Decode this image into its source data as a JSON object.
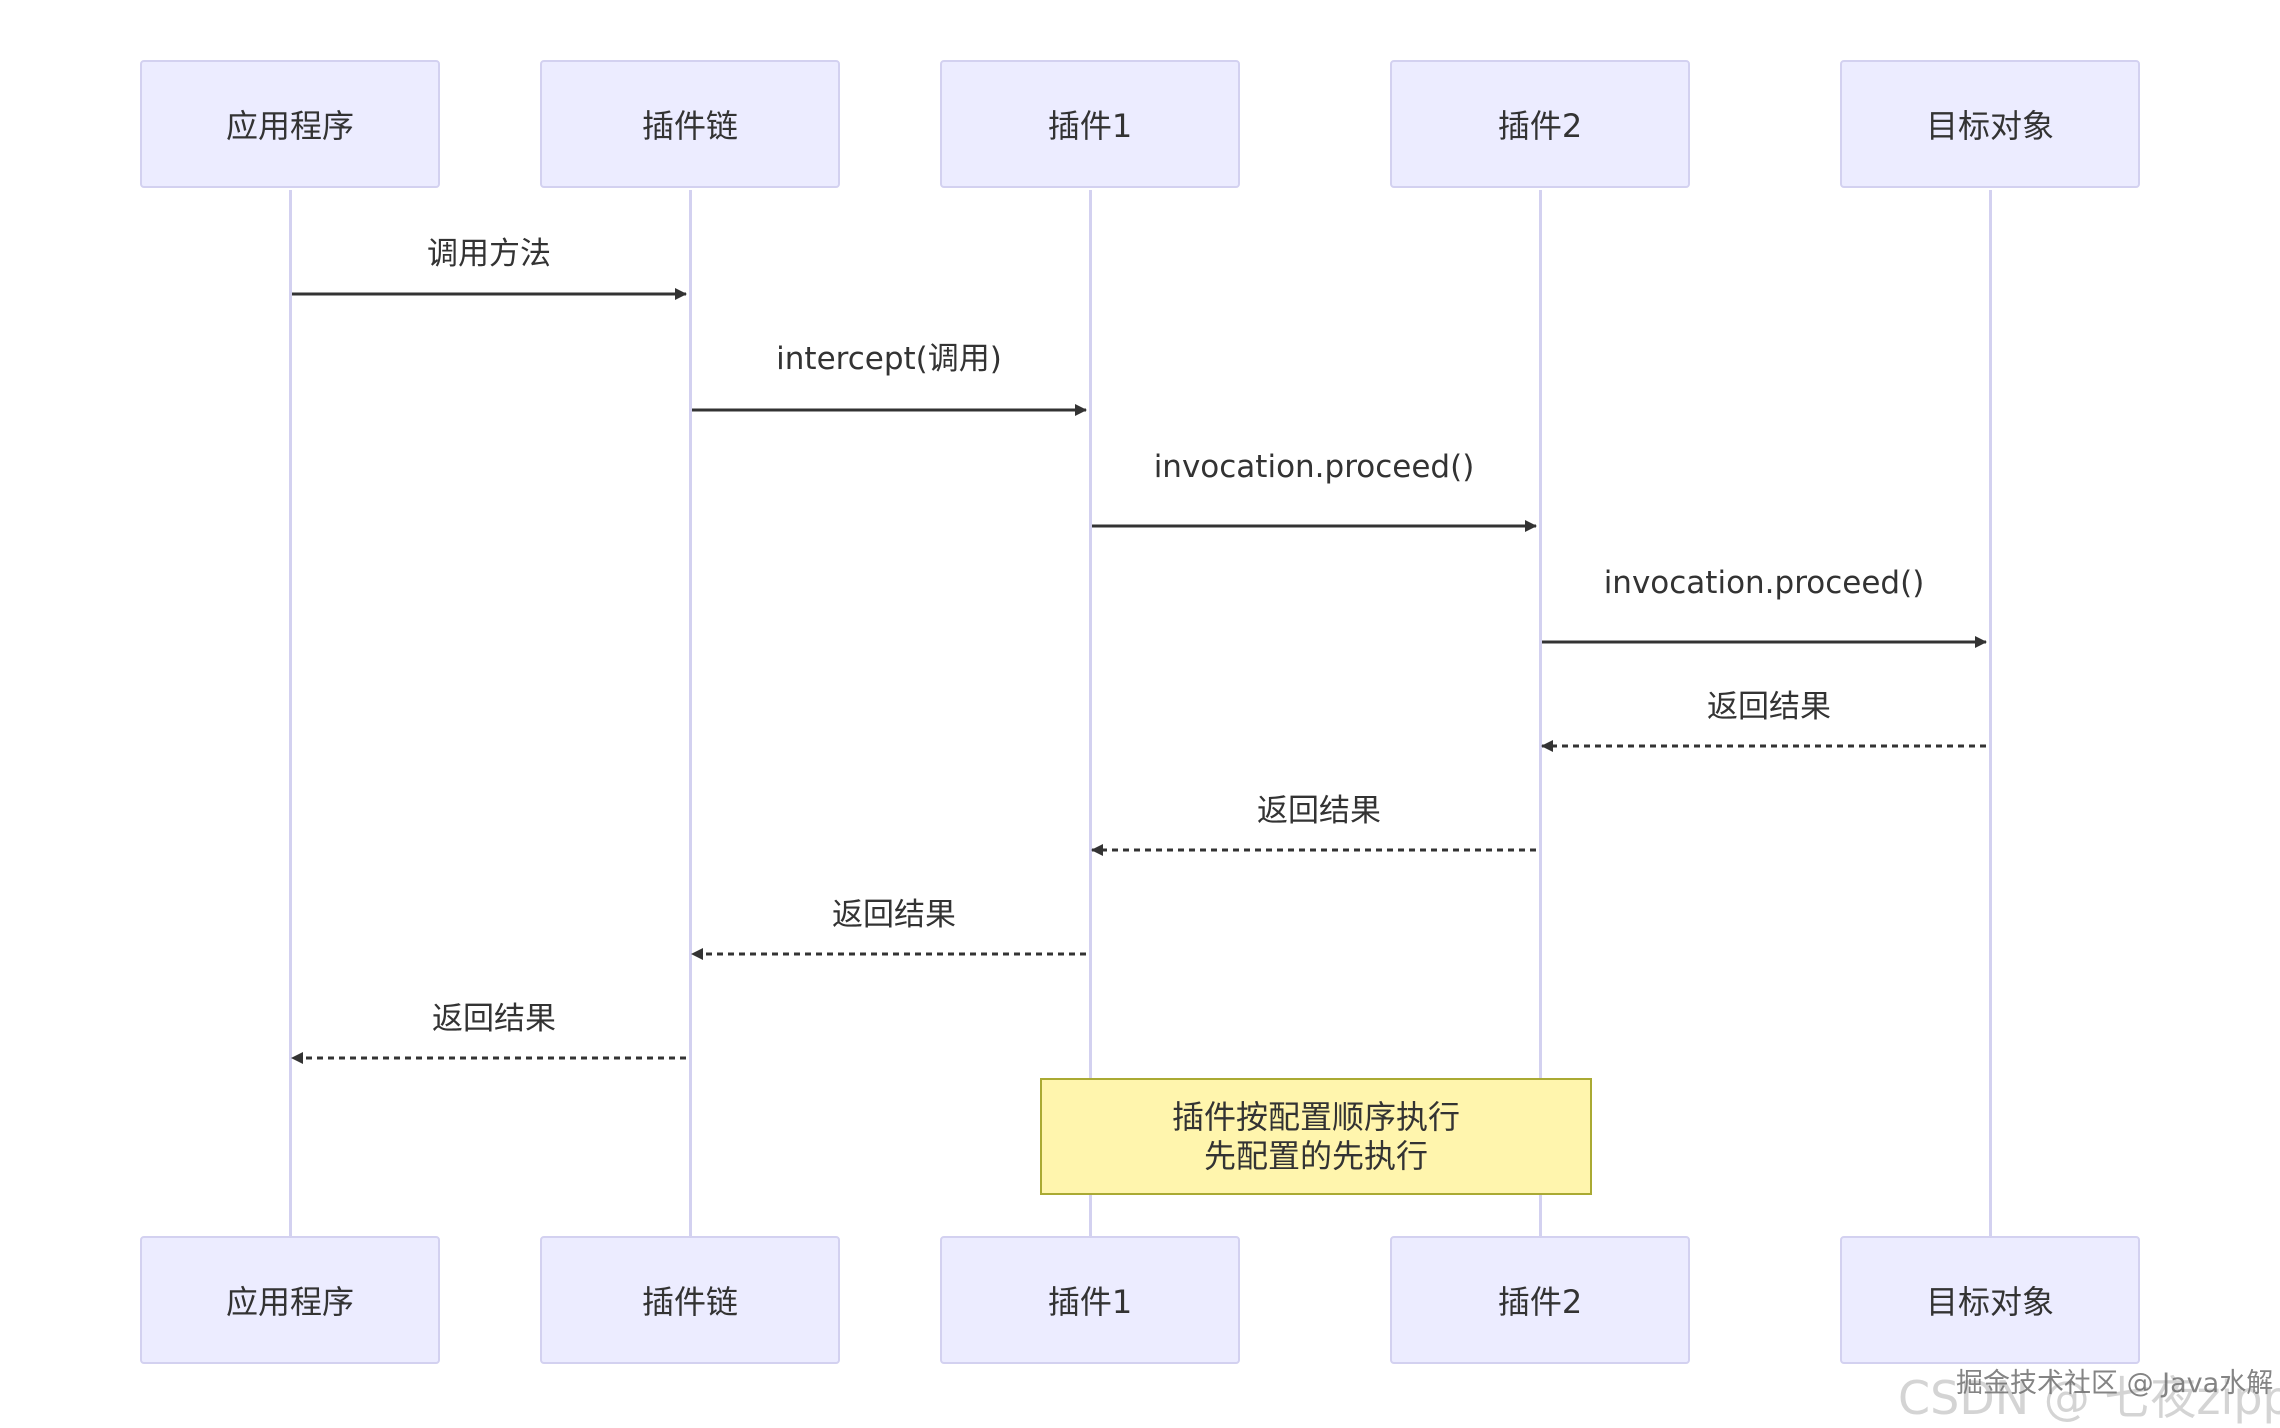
{
  "participants": [
    {
      "id": "app",
      "label": "应用程序"
    },
    {
      "id": "chain",
      "label": "插件链"
    },
    {
      "id": "p1",
      "label": "插件1"
    },
    {
      "id": "p2",
      "label": "插件2"
    },
    {
      "id": "target",
      "label": "目标对象"
    }
  ],
  "messages": [
    {
      "from": "app",
      "to": "chain",
      "label": "调用方法",
      "style": "solid"
    },
    {
      "from": "chain",
      "to": "p1",
      "label": "intercept(调用)",
      "style": "solid"
    },
    {
      "from": "p1",
      "to": "p2",
      "label": "invocation.proceed()",
      "style": "solid"
    },
    {
      "from": "p2",
      "to": "target",
      "label": "invocation.proceed()",
      "style": "solid"
    },
    {
      "from": "target",
      "to": "p2",
      "label": "返回结果",
      "style": "dashed"
    },
    {
      "from": "p2",
      "to": "p1",
      "label": "返回结果",
      "style": "dashed"
    },
    {
      "from": "p1",
      "to": "chain",
      "label": "返回结果",
      "style": "dashed"
    },
    {
      "from": "chain",
      "to": "app",
      "label": "返回结果",
      "style": "dashed"
    }
  ],
  "note": {
    "over": [
      "p1",
      "p2"
    ],
    "line1": "插件按配置顺序执行",
    "line2": "先配置的先执行"
  },
  "watermark": {
    "front": "掘金技术社区 @ Java水解",
    "back": "CSDN @ 七夜zippoe"
  },
  "colors": {
    "actor_fill": "#ececff",
    "actor_border": "#d3d1f0",
    "arrow": "#333333",
    "note_fill": "#fff5ad",
    "note_border": "#aaaa33"
  }
}
